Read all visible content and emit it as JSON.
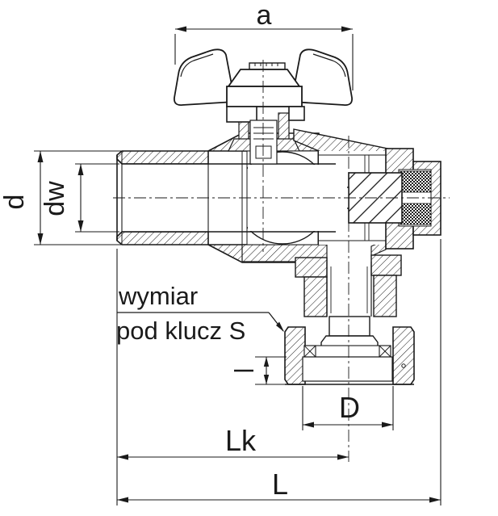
{
  "drawing": {
    "colors": {
      "line": "#1a1a1a",
      "background": "#ffffff"
    },
    "dimension_labels": {
      "a": "a",
      "d": "d",
      "dw": "dw",
      "D": "D",
      "Lk": "Lk",
      "L": "L"
    },
    "note": {
      "line1": "wymiar",
      "line2": "pod klucz S"
    }
  }
}
